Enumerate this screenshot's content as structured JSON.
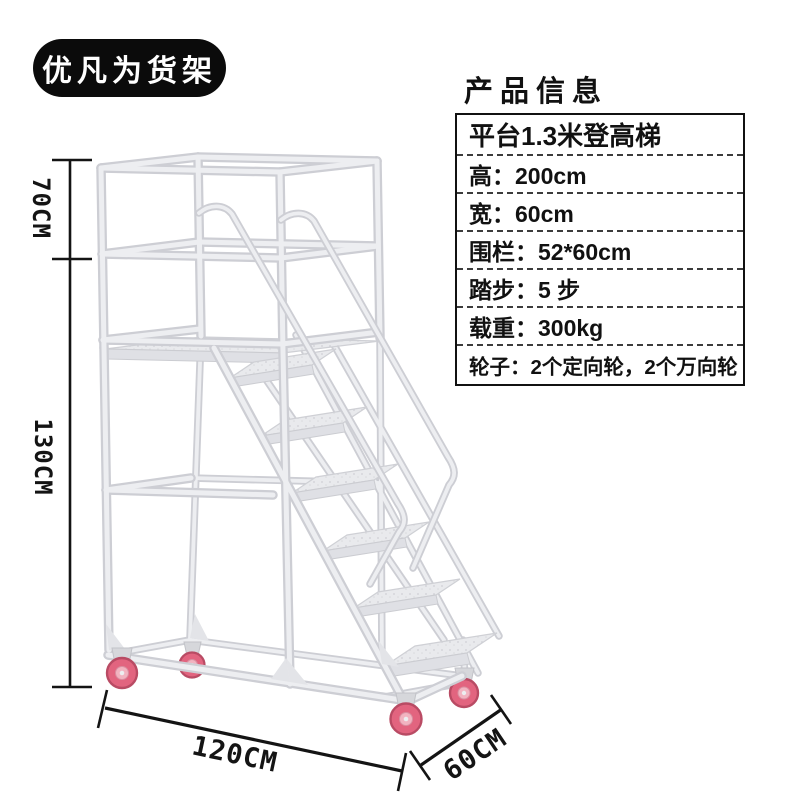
{
  "brand_badge": {
    "label": "优凡为货架"
  },
  "product_info": {
    "heading": "产品信息",
    "title_row": "平台1.3米登高梯",
    "rows": [
      "高：200cm",
      "宽：60cm",
      "围栏：52*60cm",
      "踏步：5 步",
      "载重：300kg",
      "轮子：2个定向轮，2个万向轮"
    ]
  },
  "dimensions": {
    "upper_height": "70CM",
    "lower_height": "130CM",
    "length": "120CM",
    "depth": "60CM"
  },
  "photo_subject": "白色平台登高梯（带护栏、踏步与滚轮）",
  "colors": {
    "frame": "#e9eaec",
    "frame_edge": "#cdced4",
    "caster_wheel": "#e2647f",
    "annotation": "#141414",
    "background": "#ffffff"
  }
}
